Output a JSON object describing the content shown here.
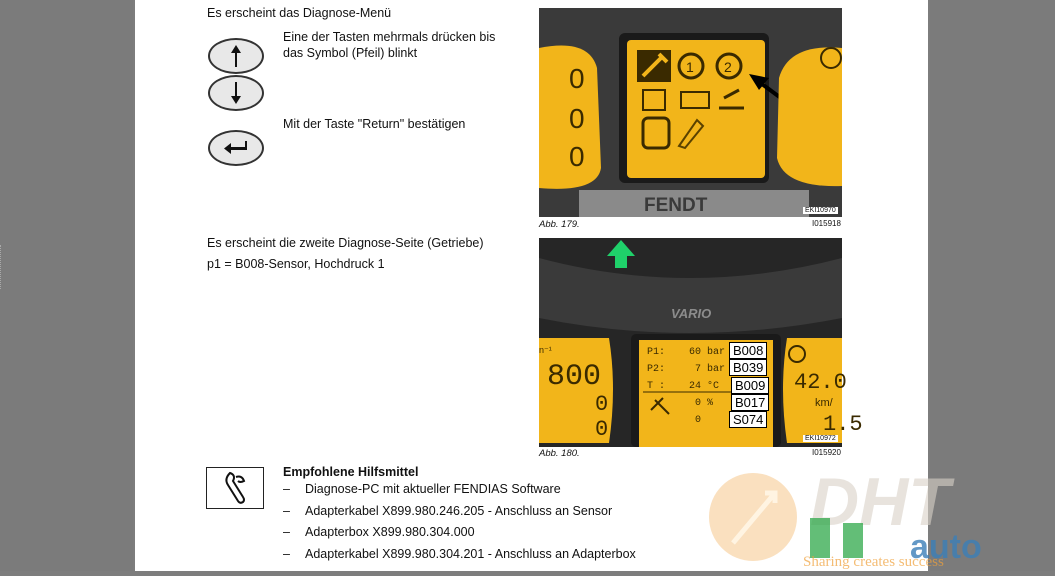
{
  "section1": {
    "intro": "Es erscheint das Diagnose-Menü",
    "arrow_instruction_line1": "Eine der Tasten mehrmals drücken bis",
    "arrow_instruction_line2": "das Symbol (Pfeil) blinkt",
    "return_instruction": "Mit der Taste \"Return\" bestätigen"
  },
  "figure1": {
    "caption": "Abb. 179.",
    "code_box": "EKI10970",
    "code": "I015918",
    "brand_text": "FENDT"
  },
  "section2": {
    "line1": "Es erscheint die zweite Diagnose-Seite (Getriebe)",
    "line2": "p1 = B008-Sensor, Hochdruck 1"
  },
  "figure2": {
    "caption": "Abb. 180.",
    "code_box": "EKI10972",
    "code": "I015920",
    "rows": [
      {
        "label": "P1:",
        "value": "60",
        "unit": "bar",
        "sensor": "B008"
      },
      {
        "label": "P2:",
        "value": "7",
        "unit": "bar",
        "sensor": "B039"
      },
      {
        "label": "T :",
        "value": "24",
        "unit": "°C",
        "sensor": "B009"
      },
      {
        "label": "",
        "value": "0",
        "unit": "%",
        "sensor": "B017"
      },
      {
        "label": "",
        "value": "0",
        "unit": "",
        "sensor": "S074"
      }
    ],
    "brand_text": "VARIO",
    "left_value": "800",
    "right_value": "42.0",
    "right_unit": "km/",
    "right_small": "1.5",
    "left_unit": "n⁻¹"
  },
  "tools": {
    "heading": "Empfohlene Hilfsmittel",
    "items": [
      "Diagnose-PC mit aktueller FENDIAS Software",
      "Adapterkabel X899.980.246.205 - Anschluss an Sensor",
      "Adapterbox X899.980.304.000",
      "Adapterkabel X899.980.304.201 - Anschluss an Adapterbox"
    ],
    "dash": "–"
  },
  "watermark": {
    "big": "DHT",
    "small": "auto",
    "slogan": "Sharing creates success"
  },
  "colors": {
    "lcd_yellow": "#f2b51a",
    "page_bg": "#ffffff",
    "viewer_bg": "#7b7b7b"
  }
}
